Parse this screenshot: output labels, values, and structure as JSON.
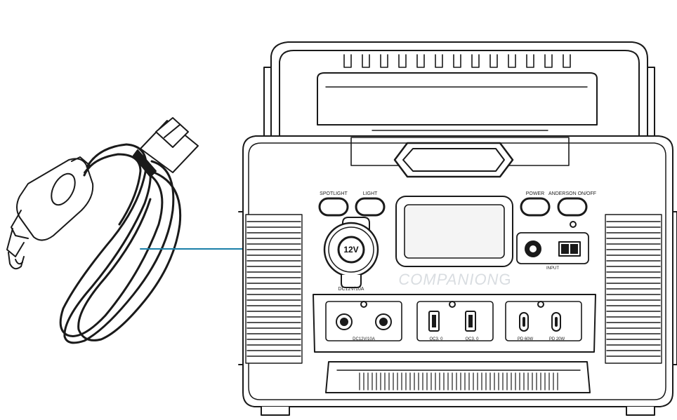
{
  "labels": {
    "spotlight": "SPOTLIGHT",
    "light": "LIGHT",
    "power": "POWER",
    "anderson": "ANDERSON ON/OFF",
    "socket_voltage": "12V",
    "socket_rating": "DC12V/10A",
    "input": "INPUT",
    "dc_outputs": "DC12V/10A",
    "qc_left": "QC3. 0",
    "qc_right": "QC3. 0",
    "pd_left": "PD 60W",
    "pd_right": "PD 20W"
  },
  "brand": {
    "logo": "COMPANION",
    "logo_suffix": "G"
  },
  "colors": {
    "line": "#1a1a1a",
    "connector": "#1a7fa8",
    "screen": "#f4f4f4",
    "logo": "#d9dde1"
  }
}
